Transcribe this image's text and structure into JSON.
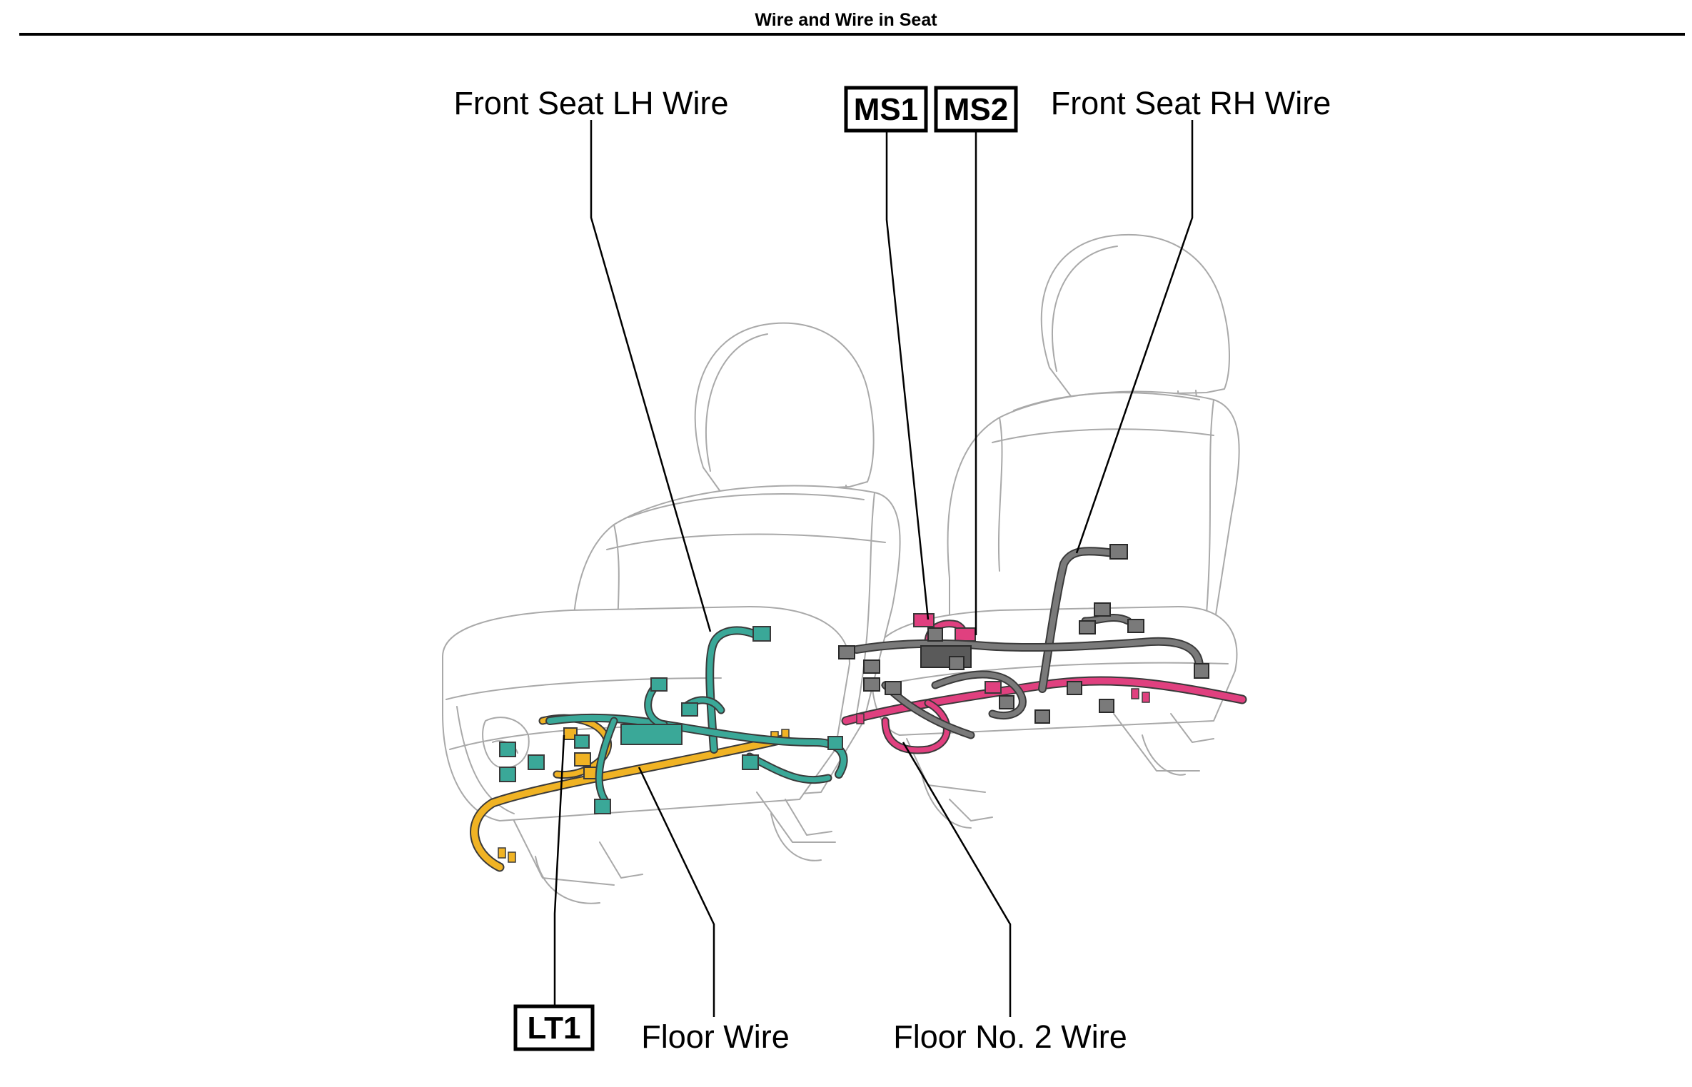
{
  "page": {
    "title": "Wire and Wire in Seat"
  },
  "labels": {
    "front_seat_lh_wire": "Front Seat LH Wire",
    "front_seat_rh_wire": "Front Seat RH Wire",
    "floor_wire": "Floor Wire",
    "floor_no2_wire": "Floor No. 2 Wire"
  },
  "connectors": {
    "ms1": "MS1",
    "ms2": "MS2",
    "lt1": "LT1"
  },
  "colors": {
    "front_seat_lh_wire": "#3aa898",
    "floor_wire": "#f0b324",
    "floor_no2_wire": "#e0407f",
    "front_seat_rh_wire": "#7a7a7a",
    "seat_outline": "#a9a9a9"
  }
}
